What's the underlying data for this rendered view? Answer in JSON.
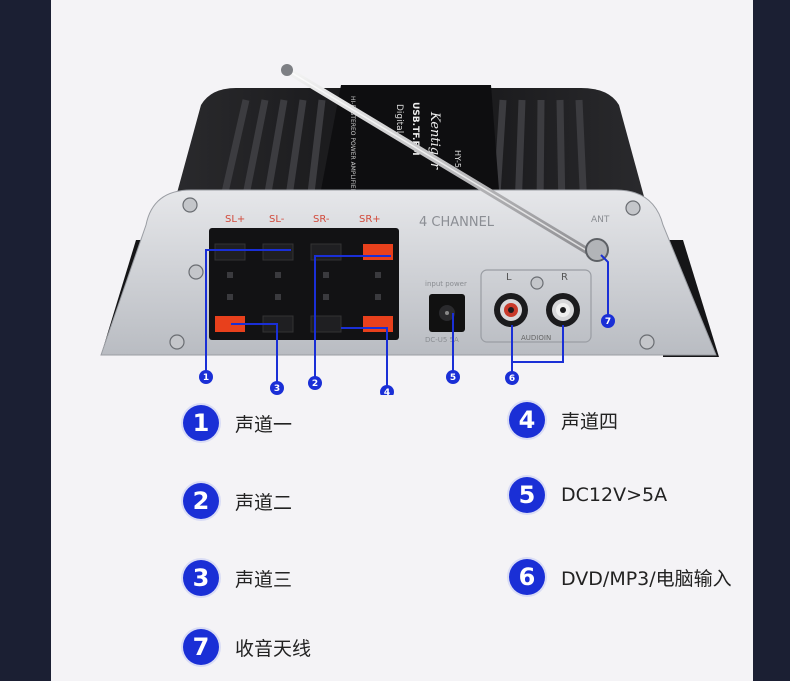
{
  "device": {
    "brand": "Kentiger",
    "model": "HY-5",
    "top_text_1": "USB.TF.FM",
    "top_text_2": "Digital",
    "top_text_3": "HI-FI STEREO POWER AMPLIFIER",
    "terminal_labels": [
      "SL+",
      "SL-",
      "SR-",
      "SR+"
    ],
    "channel_text": "4 CHANNEL",
    "ant_label": "ANT",
    "power_label": "input power",
    "dc_label": "DC-U5 5A",
    "rca_left": "L",
    "rca_right": "R",
    "audio_in": "AUDIOIN"
  },
  "markers": [
    "1",
    "3",
    "2",
    "4",
    "5",
    "6",
    "7"
  ],
  "legend": [
    {
      "num": "1",
      "text": "声道一"
    },
    {
      "num": "4",
      "text": "声道四"
    },
    {
      "num": "2",
      "text": "声道二"
    },
    {
      "num": "5",
      "text": "DC12V>5A"
    },
    {
      "num": "3",
      "text": "声道三"
    },
    {
      "num": "6",
      "text": "DVD/MP3/电脑输入"
    },
    {
      "num": "7",
      "text": "收音天线"
    }
  ],
  "colors": {
    "accent": "#1a2fd6",
    "terminal_red": "#e8401c",
    "panel": "#d4d6da",
    "heatsink": "#1e1e20"
  }
}
